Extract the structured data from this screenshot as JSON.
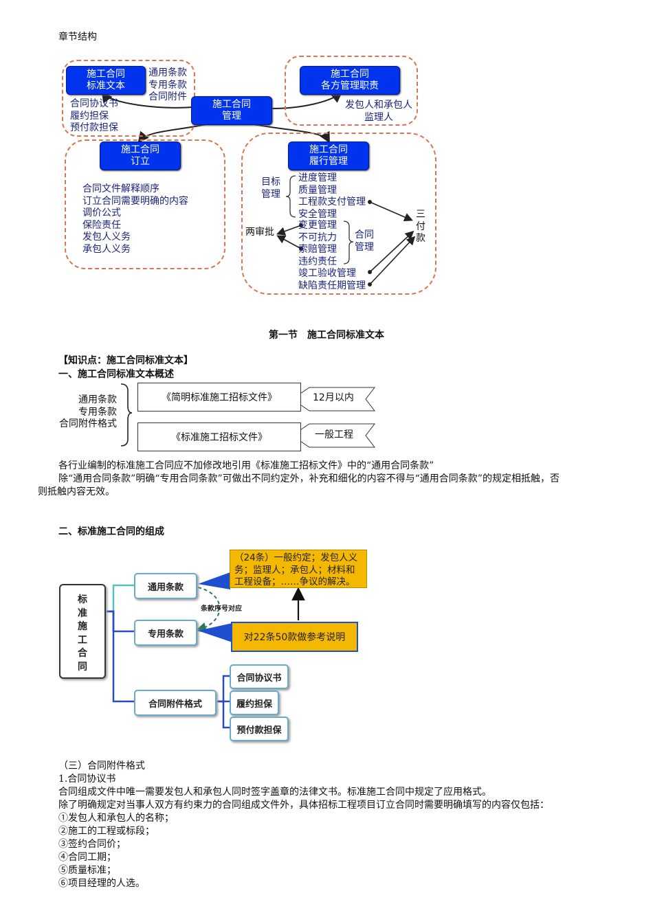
{
  "section_label": "章节结构",
  "diagram1": {
    "box_standard_text": [
      "施工合同",
      "标准文本"
    ],
    "standard_text_items": [
      "通用条款",
      "专用条款",
      "合同附件"
    ],
    "attachment_items": [
      "合同协议书",
      "履约担保",
      "预付款担保"
    ],
    "box_manage": [
      "施工合同",
      "管理"
    ],
    "box_duties": [
      "施工合同",
      "各方管理职责"
    ],
    "duties_items": [
      "发包人和承包人",
      "监理人"
    ],
    "box_sign": [
      "施工合同",
      "订立"
    ],
    "sign_items": [
      "合同文件解释顺序",
      "订立合同需要明确的内容",
      "调价公式",
      "保险责任",
      "发包人义务",
      "承包人义务"
    ],
    "box_perform": [
      "施工合同",
      "履行管理"
    ],
    "target_label": [
      "目标",
      "管理"
    ],
    "target_items": [
      "进度管理",
      "质量管理",
      "工程款支付管理",
      "安全管理"
    ],
    "contract_items": [
      "变更管理",
      "不可抗力",
      "索赔管理",
      "违约责任",
      "竣工验收管理",
      "缺陷责任期管理"
    ],
    "contract_label": [
      "合同",
      "管理"
    ],
    "two_approval": "两审批",
    "three_pay": [
      "三",
      "付",
      "款"
    ]
  },
  "section1_title": "第一节　施工合同标准文本",
  "knowledge_point": "【知识点：施工合同标准文本】",
  "heading1": "一、施工合同标准文本概述",
  "diagram2": {
    "left_items": [
      "通用条款",
      "专用条款",
      "合同附件格式"
    ],
    "box1": "《简明标准施工招标文件》",
    "box2": "《标准施工招标文件》",
    "arrow1": "12月以内",
    "arrow2": "一般工程"
  },
  "para1": "各行业编制的标准施工合同应不加修改地引用《标准施工招标文件》中的“通用合同条款”",
  "para2_line1": "除“通用合同条款”明确“专用合同条款”可做出不同约定外，补充和细化的内容不得与“通用合同条款”的规定相抵触，否",
  "para2_line2": "则抵触内容无效。",
  "heading2": "二、标准施工合同的组成",
  "diagram3": {
    "root": [
      "标",
      "准",
      "施",
      "工",
      "合",
      "同"
    ],
    "general": "通用条款",
    "special": "专用条款",
    "attachment": "合同附件格式",
    "clause_correspond": "条款序号对应",
    "callout_yellow": [
      "（24条）一般约定；发包人义",
      "务；监理人；承包人；材料和",
      "工程设备；……争议的解决。"
    ],
    "callout_note": "对22条50款做参考说明",
    "attach_items": [
      "合同协议书",
      "履约担保",
      "预付款担保"
    ]
  },
  "sub3": "（三）合同附件格式",
  "sub3_1": "1.合同协议书",
  "text_a": "合同组成文件中唯一需要发包人和承包人同时签字盖章的法律文书。标准施工合同中规定了应用格式。",
  "text_b": "除了明确规定对当事人双方有约束力的合同组成文件外，具体招标工程项目订立合同时需要明确填写的内容仅包括：",
  "list": [
    "①发包人和承包人的名称；",
    "②施工的工程或标段；",
    "③签约合同价；",
    "④合同工期；",
    "⑤质量标准；",
    "⑥项目经理的人选。"
  ],
  "colors": {
    "blue_box": "#0033ee",
    "dash_orange": "#d9744f",
    "callout_yellow": "#f5b800",
    "pill_border": "#66aacc"
  }
}
